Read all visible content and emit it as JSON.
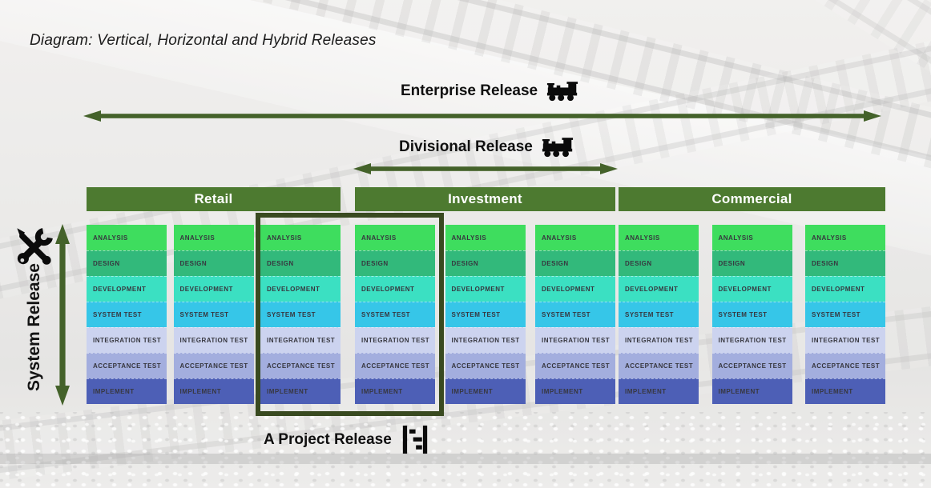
{
  "title": "Diagram: Vertical, Horizontal and Hybrid Releases",
  "releases": {
    "enterprise": "Enterprise Release",
    "divisional": "Divisional Release",
    "system": "System Release",
    "project": "A Project Release"
  },
  "divisions": [
    "Retail",
    "Investment",
    "Commercial"
  ],
  "columns_per_division": 3,
  "phases": [
    {
      "label": "ANALYSIS",
      "color": "#3edd5e"
    },
    {
      "label": "DESIGN",
      "color": "#32b97b"
    },
    {
      "label": "DEVELOPMENT",
      "color": "#3be0c2"
    },
    {
      "label": "SYSTEM TEST",
      "color": "#36c6e8"
    },
    {
      "label": "INTEGRATION TEST",
      "color": "#ccd3ef"
    },
    {
      "label": "ACCEPTANCE TEST",
      "color": "#a3aede"
    },
    {
      "label": "IMPLEMENT",
      "color": "#4d5fb6"
    }
  ],
  "icons": {
    "enterprise": "train-icon",
    "divisional": "train-icon",
    "system": "crossed-tools-icon",
    "project": "project-bars-icon"
  },
  "colors": {
    "division_header_bg": "#4d7a30",
    "division_header_text": "#ffffff",
    "arrow_green": "#44622a",
    "highlight_border": "#394a20",
    "phase_text": "#37373f",
    "icon_black": "#0b0b0b"
  }
}
